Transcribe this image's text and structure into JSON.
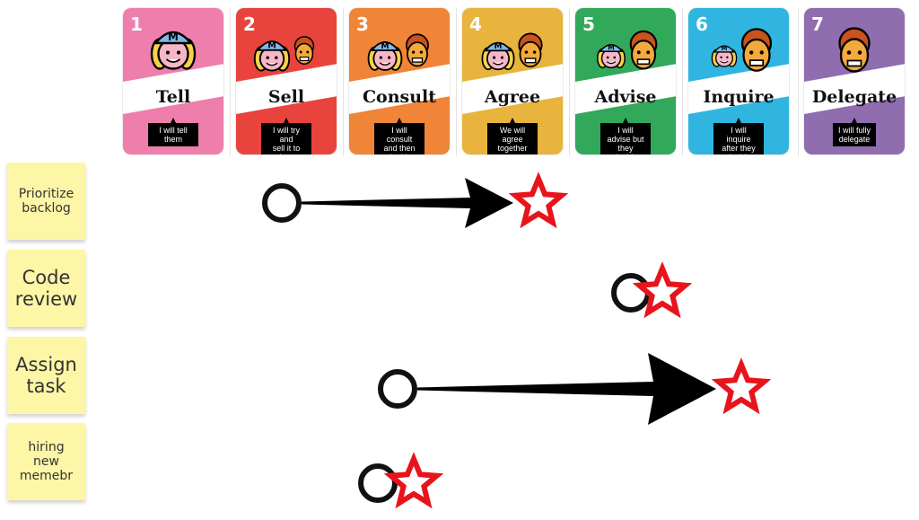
{
  "cards": [
    {
      "num": "1",
      "title": "Tell",
      "desc": "I will tell them",
      "color": "#ee7fad",
      "managers": 1,
      "members": 0
    },
    {
      "num": "2",
      "title": "Sell",
      "desc": "I will try and\nsell it to them",
      "color": "#e8443d",
      "managers": 1,
      "members": 1
    },
    {
      "num": "3",
      "title": "Consult",
      "desc": "I will consult\nand then decide",
      "color": "#f08437",
      "managers": 1,
      "members": 1
    },
    {
      "num": "4",
      "title": "Agree",
      "desc": "We will agree\ntogether",
      "color": "#e8b43e",
      "managers": 1,
      "members": 1
    },
    {
      "num": "5",
      "title": "Advise",
      "desc": "I will advise but\nthey decide",
      "color": "#32a85a",
      "managers": 1,
      "members": 1
    },
    {
      "num": "6",
      "title": "Inquire",
      "desc": "I will inquire\nafter they decide",
      "color": "#2fb5e0",
      "managers": 1,
      "members": 1
    },
    {
      "num": "7",
      "title": "Delegate",
      "desc": "I will fully\ndelegate",
      "color": "#8f6dae",
      "managers": 0,
      "members": 1
    }
  ],
  "notes": [
    {
      "text": "Prioritize\nbacklog"
    },
    {
      "text": "Code\nreview"
    },
    {
      "text": "Assign\ntask"
    },
    {
      "text": "hiring\nnew\nmemebr"
    }
  ],
  "moves": [
    {
      "task": "Prioritize backlog",
      "from": "Sell",
      "to": "Agree"
    },
    {
      "task": "Code review",
      "from": "Advise",
      "to": "Advise"
    },
    {
      "task": "Assign task",
      "from": "Consult",
      "to": "Inquire"
    },
    {
      "task": "hiring new memebr",
      "from": "Consult",
      "to": "Consult"
    }
  ],
  "colors": {
    "arrow": "#000000",
    "star": "#e8141b",
    "note": "#fdf6a6"
  }
}
